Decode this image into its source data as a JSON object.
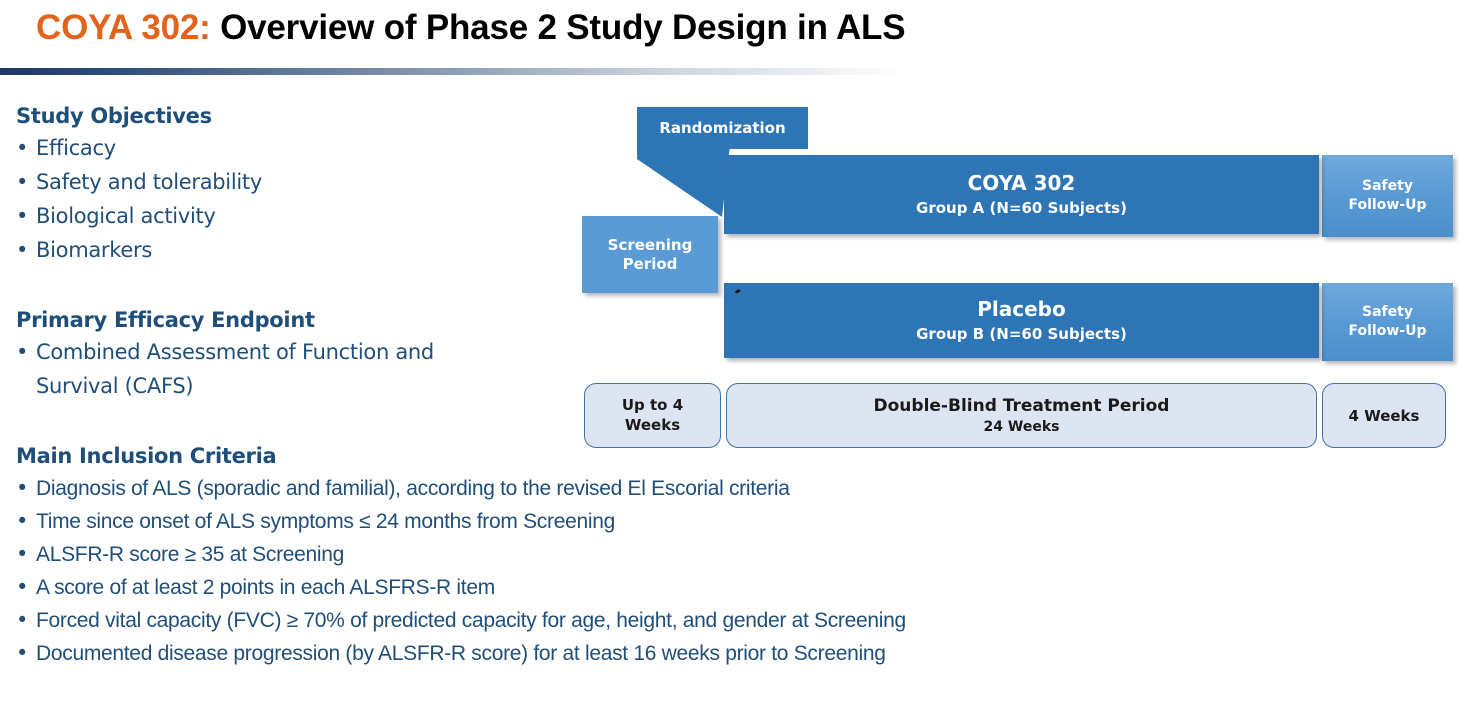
{
  "title": {
    "accent": "COYA 302:",
    "rest": " Overview of Phase 2 Study Design in ALS",
    "accent_color": "#E2641C",
    "text_color": "#000000"
  },
  "colors": {
    "heading_blue": "#1F4E79",
    "bar_blue": "#2E75B6",
    "light_blue": "#5B9BD5",
    "timeline_fill": "#DEE5F2",
    "timeline_border": "#4472A8",
    "rule_dark": "#1F3864"
  },
  "left_column": {
    "sections": [
      {
        "heading": "Study Objectives",
        "bullets": [
          "Efficacy",
          "Safety and tolerability",
          "Biological activity",
          "Biomarkers"
        ]
      },
      {
        "heading": "Primary Efficacy Endpoint",
        "bullets": [
          "Combined Assessment of Function and",
          "Survival (CAFS)"
        ]
      },
      {
        "heading": "Main Inclusion Criteria",
        "bullets": [
          "Diagnosis of ALS (sporadic and familial), according to the revised El Escorial criteria",
          "Time since onset of ALS symptoms ≤ 24 months from Screening",
          "ALSFR-R score ≥ 35 at Screening",
          "A score of at least 2 points in each ALSFRS-R item",
          "Forced vital capacity (FVC) ≥ 70% of predicted capacity for age, height, and gender at Screening",
          "Documented disease progression (by ALSFR-R score) for at least 16 weeks prior to Screening"
        ]
      }
    ],
    "bullet_glyph": "•"
  },
  "diagram": {
    "callout": {
      "label": "Randomization"
    },
    "screening_box": {
      "line1": "Screening",
      "line2": "Period"
    },
    "arms": [
      {
        "title": "COYA 302",
        "subtitle": "Group A (N=60 Subjects)"
      },
      {
        "title": "Placebo",
        "subtitle": "Group B (N=60 Subjects)"
      }
    ],
    "safety_boxes": [
      {
        "line1": "Safety",
        "line2": "Follow-Up"
      },
      {
        "line1": "Safety",
        "line2": "Follow-Up"
      }
    ],
    "timeline": {
      "screening": {
        "line1": "Up to 4",
        "line2": "Weeks"
      },
      "treatment": {
        "title": "Double-Blind Treatment Period",
        "subtitle": "24 Weeks"
      },
      "followup": {
        "label": "4 Weeks"
      }
    }
  }
}
